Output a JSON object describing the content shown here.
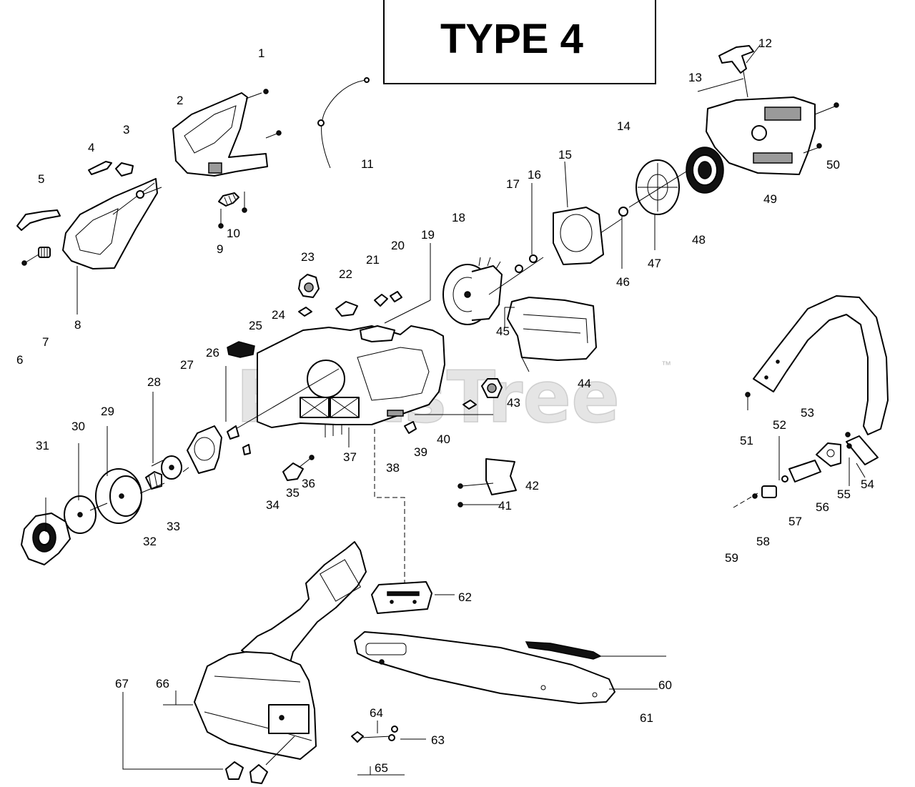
{
  "title": "TYPE 4",
  "watermark": {
    "text": "PartsTree",
    "trademark": "™"
  },
  "callouts": [
    "1",
    "2",
    "3",
    "4",
    "5",
    "6",
    "7",
    "8",
    "9",
    "10",
    "11",
    "12",
    "13",
    "14",
    "15",
    "16",
    "17",
    "18",
    "19",
    "20",
    "21",
    "22",
    "23",
    "24",
    "25",
    "26",
    "27",
    "28",
    "29",
    "30",
    "31",
    "32",
    "33",
    "34",
    "35",
    "36",
    "37",
    "38",
    "39",
    "40",
    "41",
    "42",
    "43",
    "44",
    "45",
    "46",
    "47",
    "48",
    "49",
    "50",
    "51",
    "52",
    "53",
    "54",
    "55",
    "56",
    "57",
    "58",
    "59",
    "60",
    "61",
    "62",
    "63",
    "64",
    "65",
    "66",
    "67"
  ]
}
